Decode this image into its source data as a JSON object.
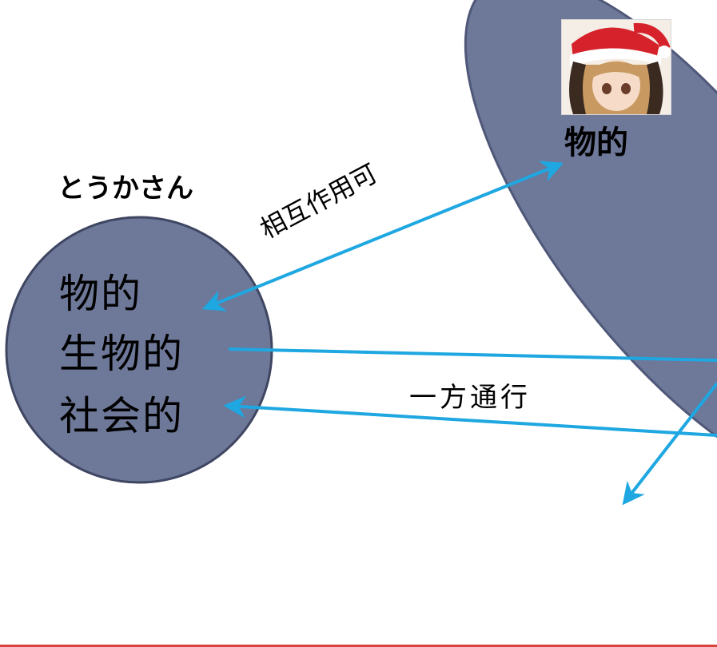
{
  "left_entity": {
    "name": "とうかさん",
    "lines": [
      "物的",
      "生物的",
      "社会的"
    ]
  },
  "right_entity": {
    "caption": "物的",
    "avatar": "doll-in-santa-hat-photo"
  },
  "arrows": {
    "top_label": "相互作用可",
    "middle_label": "一方通行"
  },
  "colors": {
    "ellipse_fill": "#6e7899",
    "ellipse_stroke": "#4f5878",
    "circle_fill": "#6e7899",
    "circle_stroke": "#3f4662",
    "arrow": "#1ea7e1",
    "bottom_rule": "#d9433b"
  }
}
